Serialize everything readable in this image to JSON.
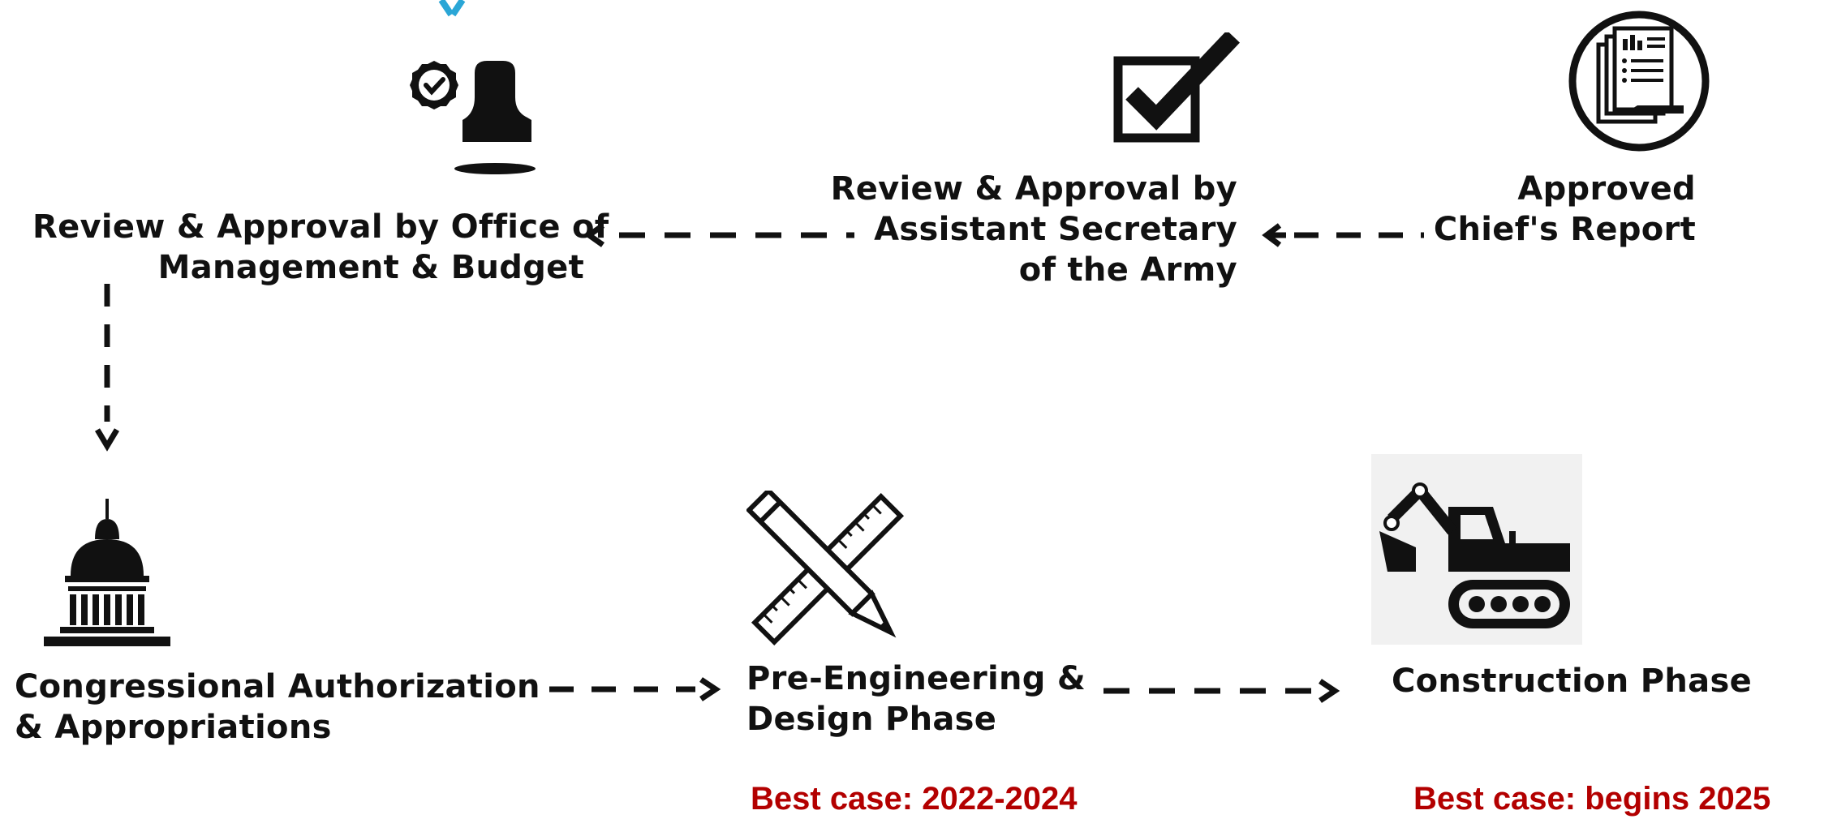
{
  "steps": {
    "omb_review": {
      "line1": "Review & Approval by Office of",
      "line2": "Management & Budget",
      "icon": "approval-stamp-icon"
    },
    "asa_review": {
      "line1": "Review & Approval by",
      "line2": "Assistant Secretary",
      "line3": "of the Army",
      "icon": "checkbox-check-icon"
    },
    "chiefs_report": {
      "line1": "Approved",
      "line2": "Chief's Report",
      "icon": "report-document-icon"
    },
    "congress": {
      "line1": "Congressional  Authorization",
      "line2": "& Appropriations",
      "icon": "capitol-building-icon"
    },
    "ped": {
      "line1": "Pre-Engineering &",
      "line2": "Design Phase",
      "icon": "pencil-ruler-icon",
      "timeline": "Best case: 2022-2024"
    },
    "construction": {
      "line1": "Construction  Phase",
      "icon": "excavator-icon",
      "timeline": "Best case: begins 2025"
    }
  },
  "colors": {
    "text": "#111111",
    "timeline": "#b30000",
    "partial_title": "#2aa6d6"
  }
}
